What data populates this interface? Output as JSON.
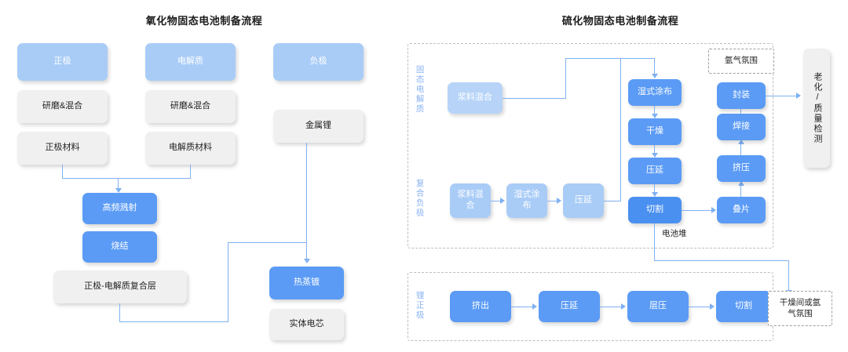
{
  "colors": {
    "blue": "#5b9bf5",
    "blue_dark": "#4a90f0",
    "light_blue": "#a9ccf7",
    "light_blue2": "#b7d4f8",
    "gray": "#f0f0f0",
    "connector": "#7fb1f2",
    "side_label": "#8ab4f3",
    "dashed_border": "#bdbdbd"
  },
  "left_panel": {
    "title": "氧化物固态电池制备流程",
    "nodes": {
      "cathode_header": "正极",
      "electrolyte_header": "电解质",
      "anode_header": "负极",
      "cathode_grind": "研磨&混合",
      "electrolyte_grind": "研磨&混合",
      "cathode_material": "正极材料",
      "electrolyte_material": "电解质材料",
      "lithium_metal": "金属锂",
      "hf_sputtering": "高频溅射",
      "sintering": "烧结",
      "composite_layer": "正极-电解质复合层",
      "thermal_evaporation": "热蒸镀",
      "solid_cell": "实体电芯"
    }
  },
  "right_panel": {
    "title": "硫化物固态电池制备流程",
    "sections": {
      "solid_electrolyte": "固态电解质",
      "composite_anode": "复合负极",
      "lithium_cathode": "锂正极"
    },
    "nodes": {
      "se_slurry_mixing": "浆料混合",
      "wet_coating": "湿式涂布",
      "drying": "干燥",
      "calendering": "压延",
      "cutting": "切割",
      "stacking": "叠片",
      "pressing": "挤压",
      "welding": "焊接",
      "packaging": "封装",
      "aging_quality": "老化/质量检测",
      "ca_slurry_mixing": "浆料混\n合",
      "ca_wet_coating": "湿式涂\n布",
      "ca_calendering": "压延",
      "lc_extrusion": "挤出",
      "lc_calendering": "压延",
      "lc_lamination": "层压",
      "lc_cutting": "切割"
    },
    "annotations": {
      "argon_atmosphere": "氩气氛围",
      "cell_stack": "电池堆",
      "dry_room_or_argon": "干燥间或氩\n气氛围"
    }
  }
}
